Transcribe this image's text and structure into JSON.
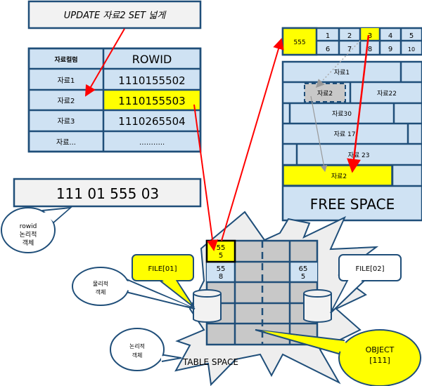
{
  "sql_box": {
    "text": "UPDATE  자료2 SET 넓게"
  },
  "index_table": {
    "headers": [
      "자료컬럼",
      "ROWID"
    ],
    "rows": [
      {
        "key": "자료1",
        "rowid": "1110155502"
      },
      {
        "key": "자료2",
        "rowid": "1110155503",
        "highlight": true
      },
      {
        "key": "자료3",
        "rowid": "1110265504"
      },
      {
        "key": "자료...",
        "rowid": "……….."
      }
    ]
  },
  "rowid_box": {
    "text": "111 01 555 03"
  },
  "callouts": {
    "rowid": [
      "rowid",
      "논리적",
      "객체"
    ],
    "physical": [
      "물리적",
      "객체"
    ],
    "logical": [
      "논리적",
      "객체"
    ],
    "file1": "FILE[01]",
    "file2": "FILE[02]",
    "object": [
      "OBJECT",
      "[111]"
    ]
  },
  "block": {
    "block_no": "555",
    "slots": [
      "1",
      "2",
      "3",
      "4",
      "5",
      "6",
      "7",
      "8",
      "9",
      "10"
    ],
    "highlight_slot": "3",
    "rows": [
      "자료1",
      "자료2",
      "자료22",
      "자료30",
      "자료 17",
      "자료 23",
      "자료2"
    ],
    "free_space": "FREE SPACE"
  },
  "tablespace": {
    "label": "TABLE SPACE",
    "cells": [
      "55\n5",
      "55\n8",
      "65\n5"
    ]
  },
  "colors": {
    "highlight": "#ffff00",
    "cell": "#cfe2f3",
    "border": "#1f4e79",
    "arrow": "#ff0000"
  }
}
